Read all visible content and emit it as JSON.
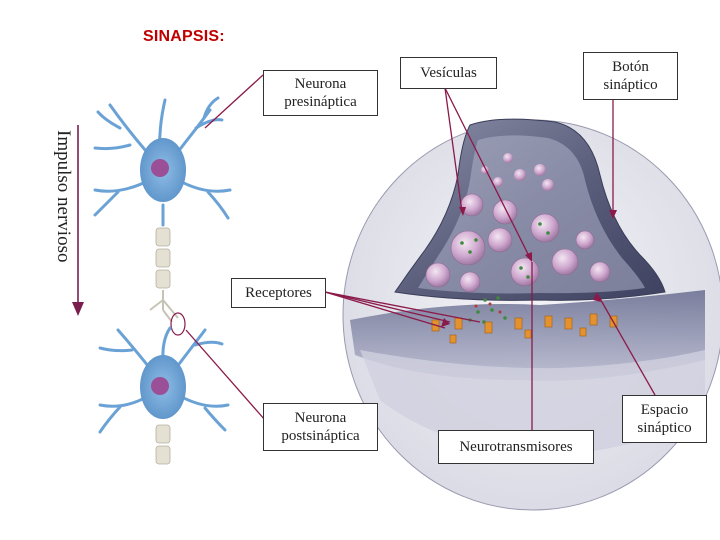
{
  "title": "SINAPSIS:",
  "impulse_label": "Impulso nervioso",
  "labels": {
    "presynaptic": "Neurona\npresináptica",
    "vesicles": "Vesículas",
    "synaptic_button": "Botón\nsináptico",
    "receptors": "Receptores",
    "postsynaptic": "Neurona\npostsináptica",
    "neurotransmitters": "Neurotransmisores",
    "synaptic_space": "Espacio\nsináptico"
  },
  "colors": {
    "title": "#c00000",
    "neuron": "#6aa2d6",
    "nucleus": "#9b4f96",
    "pointer": "#8b1a4a",
    "arrow": "#7a1f4d"
  }
}
